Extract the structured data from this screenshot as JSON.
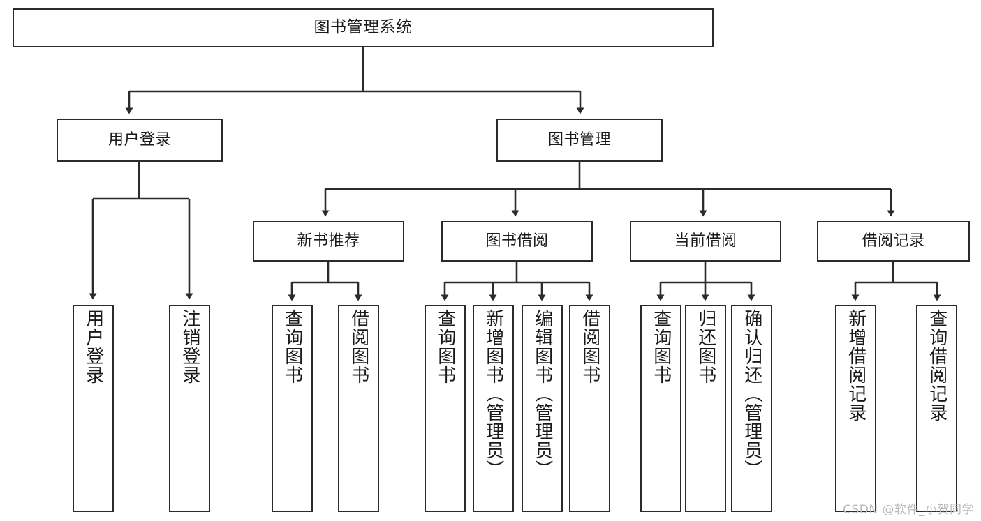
{
  "diagram": {
    "title": "图书管理系统",
    "type": "tree-hierarchy",
    "watermark": "CSDN @软件_小贺同学",
    "colors": {
      "box_border": "#2b2b2b",
      "box_fill": "#ffffff",
      "connector": "#2b2b2b",
      "text": "#1a1a1a",
      "watermark": "#b9b9b9"
    },
    "root": {
      "label": "图书管理系统"
    },
    "level2": [
      {
        "label": "用户登录"
      },
      {
        "label": "图书管理"
      }
    ],
    "level3": [
      {
        "label": "新书推荐"
      },
      {
        "label": "图书借阅"
      },
      {
        "label": "当前借阅"
      },
      {
        "label": "借阅记录"
      }
    ],
    "leaves_user_login": [
      {
        "label": "用户登录"
      },
      {
        "label": "注销登录"
      }
    ],
    "leaves_new_books": [
      {
        "label": "查询图书"
      },
      {
        "label": "借阅图书"
      }
    ],
    "leaves_borrow": [
      {
        "label": "查询图书"
      },
      {
        "label": "新增图书（管理员）"
      },
      {
        "label": "编辑图书（管理员）"
      },
      {
        "label": "借阅图书"
      }
    ],
    "leaves_current": [
      {
        "label": "查询图书"
      },
      {
        "label": "归还图书"
      },
      {
        "label": "确认归还（管理员）"
      }
    ],
    "leaves_records": [
      {
        "label": "新增借阅记录"
      },
      {
        "label": "查询借阅记录"
      }
    ]
  }
}
